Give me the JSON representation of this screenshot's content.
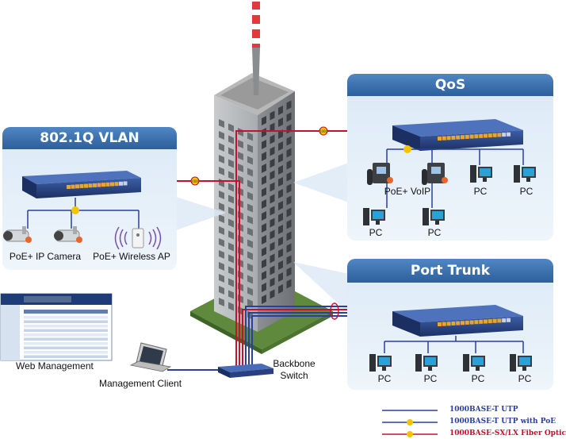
{
  "colors": {
    "utp": "#2b3f9e",
    "poe": "#2b3f9e",
    "fiber": "#c8102e",
    "poe_badge": "#f5c400",
    "panel_header": "#3a6fb0",
    "panel_bg": "#e3eef8"
  },
  "vlan": {
    "title": "802.1Q VLAN",
    "camera_label": "PoE+ IP Camera",
    "ap_label": "PoE+ Wireless AP"
  },
  "qos": {
    "title": "QoS",
    "voip_label": "PoE+ VoIP",
    "pc_labels": [
      "PC",
      "PC",
      "PC",
      "PC"
    ]
  },
  "trunk": {
    "title": "Port Trunk",
    "pc_labels": [
      "PC",
      "PC",
      "PC",
      "PC"
    ]
  },
  "backbone": {
    "label_line1": "Backbone",
    "label_line2": "Switch"
  },
  "management": {
    "web_label": "Web Management",
    "client_label": "Management Client"
  },
  "legend": {
    "utp": "1000BASE-T UTP",
    "poe": "1000BASE-T UTP with PoE",
    "fiber": "1000BASE-SX/LX Fiber Optic"
  }
}
